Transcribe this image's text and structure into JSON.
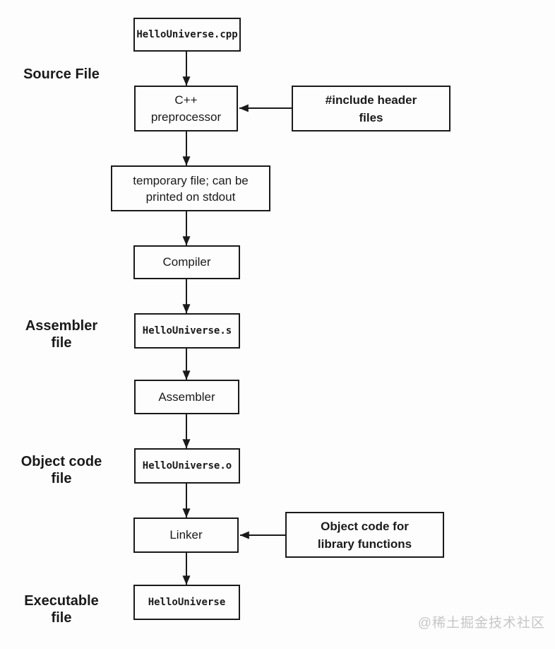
{
  "flowchart": {
    "nodes": {
      "cpp_file": "HelloUniverse.cpp",
      "preprocessor": "C++\npreprocessor",
      "temp_file": "temporary file; can be\nprinted on stdout",
      "compiler": "Compiler",
      "asm_file": "HelloUniverse.s",
      "assembler": "Assembler",
      "obj_file": "HelloUniverse.o",
      "linker": "Linker",
      "executable": "HelloUniverse",
      "include_headers": "#include header\nfiles",
      "lib_objects": "Object code for\nlibrary functions"
    },
    "stage_labels": {
      "source": "Source File",
      "assembler": "Assembler\nfile",
      "object": "Object code\nfile",
      "executable": "Executable\nfile"
    }
  },
  "watermark": "@稀土掘金技术社区",
  "colors": {
    "line": "#1a1a1a",
    "background": "#fdfdfd",
    "watermark_gray": "#c6c6c6"
  }
}
